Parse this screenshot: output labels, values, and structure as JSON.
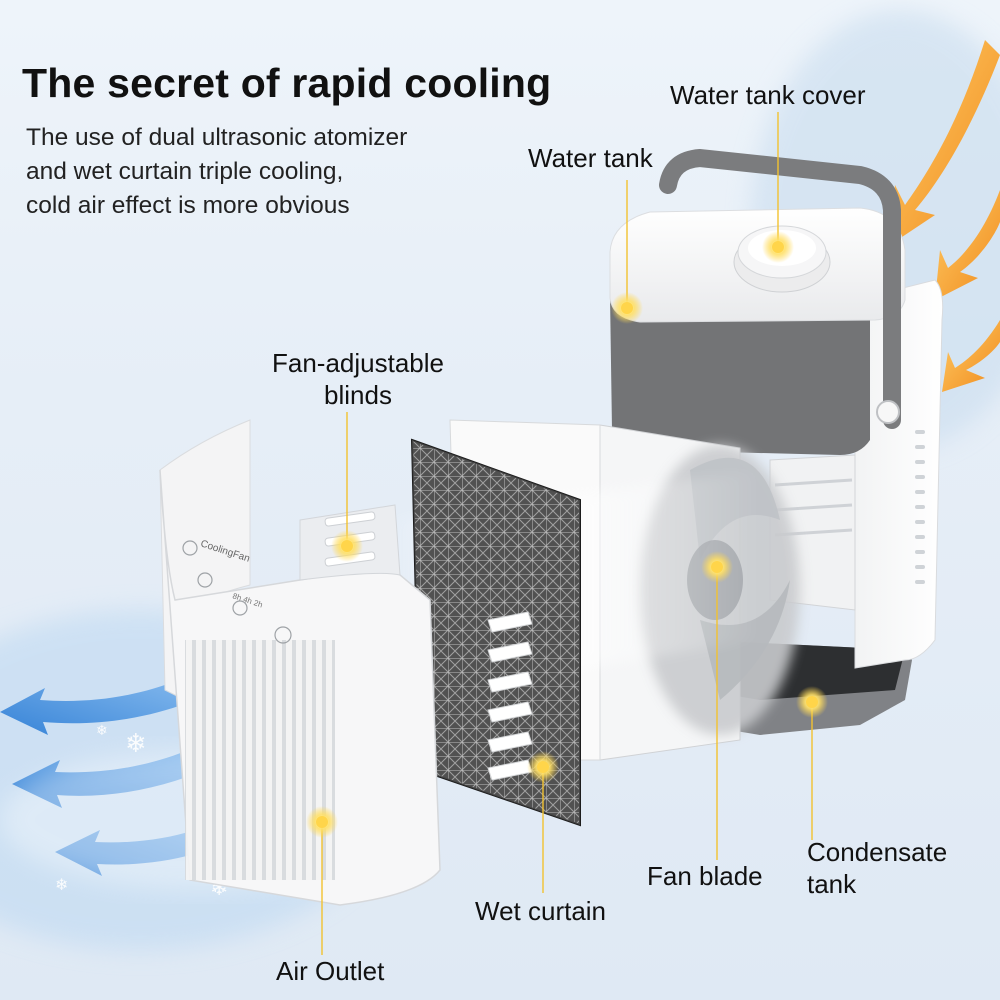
{
  "headline": {
    "title": "The secret of rapid cooling",
    "description_lines": [
      "The use of dual ultrasonic atomizer",
      "and wet curtain triple cooling,",
      "cold air effect is more obvious"
    ]
  },
  "callouts": {
    "water_tank_cover": "Water tank cover",
    "water_tank": "Water tank",
    "fan_adjustable_blinds": [
      "Fan-adjustable",
      "blinds"
    ],
    "fan_blade": "Fan blade",
    "condensate_tank": [
      "Condensate",
      "tank"
    ],
    "wet_curtain": "Wet curtain",
    "air_outlet": "Air Outlet"
  },
  "device_print": {
    "brand": "CoolingFan",
    "timer_marks": "8h  4h  2h"
  },
  "colors": {
    "marker_dot": "#ffd54a",
    "marker_line": "#f2c230",
    "cold_airflow": "#3d8ee0",
    "warm_airflow": "#f5a02a",
    "tank_grey": "#7a7a7a",
    "device_white": "#f7f7f7",
    "filter_black": "#2b2b2b"
  }
}
